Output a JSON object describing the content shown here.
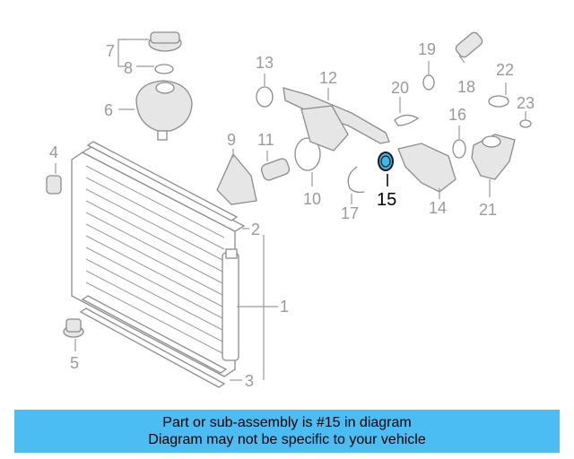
{
  "callouts": [
    {
      "id": "1",
      "label": "1"
    },
    {
      "id": "2",
      "label": "2"
    },
    {
      "id": "3",
      "label": "3"
    },
    {
      "id": "4",
      "label": "4"
    },
    {
      "id": "5",
      "label": "5"
    },
    {
      "id": "6",
      "label": "6"
    },
    {
      "id": "7",
      "label": "7"
    },
    {
      "id": "8",
      "label": "8"
    },
    {
      "id": "9",
      "label": "9"
    },
    {
      "id": "10",
      "label": "10"
    },
    {
      "id": "11",
      "label": "11"
    },
    {
      "id": "12",
      "label": "12"
    },
    {
      "id": "13",
      "label": "13"
    },
    {
      "id": "14",
      "label": "14"
    },
    {
      "id": "15",
      "label": "15"
    },
    {
      "id": "16",
      "label": "16"
    },
    {
      "id": "17",
      "label": "17"
    },
    {
      "id": "18",
      "label": "18"
    },
    {
      "id": "19",
      "label": "19"
    },
    {
      "id": "20",
      "label": "20"
    },
    {
      "id": "21",
      "label": "21"
    },
    {
      "id": "22",
      "label": "22"
    },
    {
      "id": "23",
      "label": "23"
    }
  ],
  "highlighted_part": "15",
  "colors": {
    "highlight": "#3fb8e8",
    "banner": "#4bbdf2",
    "callout": "#9a9a9a"
  },
  "banner": {
    "line1": "Part or sub-assembly is #15 in diagram",
    "line2": "Diagram may not be specific to your vehicle"
  }
}
